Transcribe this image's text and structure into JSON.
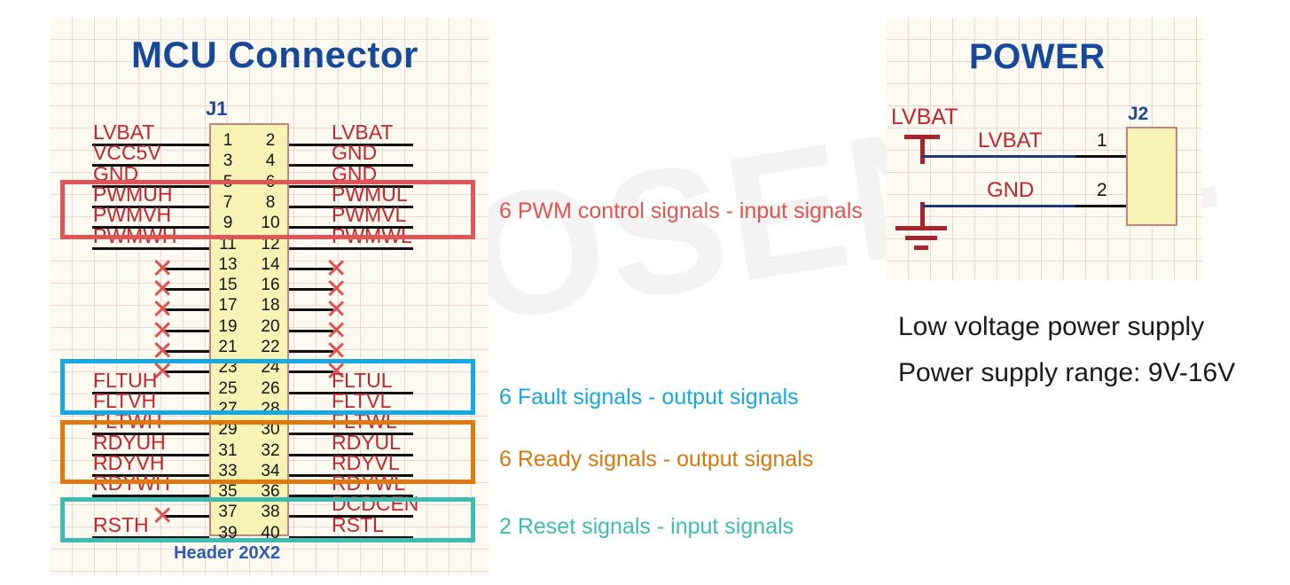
{
  "watermark": "NOVOSENSE",
  "left_sheet": {
    "title": "MCU  Connector",
    "connector": {
      "ref": "J1",
      "footer": "Header 20X2",
      "pin_numbers": [
        [
          "1",
          "2"
        ],
        [
          "3",
          "4"
        ],
        [
          "5",
          "6"
        ],
        [
          "7",
          "8"
        ],
        [
          "9",
          "10"
        ],
        [
          "11",
          "12"
        ],
        [
          "13",
          "14"
        ],
        [
          "15",
          "16"
        ],
        [
          "17",
          "18"
        ],
        [
          "19",
          "20"
        ],
        [
          "21",
          "22"
        ],
        [
          "23",
          "24"
        ],
        [
          "25",
          "26"
        ],
        [
          "27",
          "28"
        ],
        [
          "29",
          "30"
        ],
        [
          "31",
          "32"
        ],
        [
          "33",
          "34"
        ],
        [
          "35",
          "36"
        ],
        [
          "37",
          "38"
        ],
        [
          "39",
          "40"
        ]
      ]
    },
    "left_nets": [
      {
        "pin": "1",
        "label": "LVBAT",
        "nc": false
      },
      {
        "pin": "3",
        "label": "VCC5V",
        "nc": false
      },
      {
        "pin": "5",
        "label": "GND",
        "nc": false
      },
      {
        "pin": "7",
        "label": "PWMUH",
        "nc": false
      },
      {
        "pin": "9",
        "label": "PWMVH",
        "nc": false
      },
      {
        "pin": "11",
        "label": "PWMWH",
        "nc": false
      },
      {
        "pin": "13",
        "label": "",
        "nc": true
      },
      {
        "pin": "15",
        "label": "",
        "nc": true
      },
      {
        "pin": "17",
        "label": "",
        "nc": true
      },
      {
        "pin": "19",
        "label": "",
        "nc": true
      },
      {
        "pin": "21",
        "label": "",
        "nc": true
      },
      {
        "pin": "23",
        "label": "",
        "nc": true
      },
      {
        "pin": "25",
        "label": "FLTUH",
        "nc": false
      },
      {
        "pin": "27",
        "label": "FLTVH",
        "nc": false
      },
      {
        "pin": "29",
        "label": "FLTWH",
        "nc": false
      },
      {
        "pin": "31",
        "label": "RDYUH",
        "nc": false
      },
      {
        "pin": "33",
        "label": "RDYVH",
        "nc": false
      },
      {
        "pin": "35",
        "label": "RDYWH",
        "nc": false
      },
      {
        "pin": "37",
        "label": "",
        "nc": true
      },
      {
        "pin": "39",
        "label": "RSTH",
        "nc": false
      }
    ],
    "right_nets": [
      {
        "pin": "2",
        "label": "LVBAT",
        "nc": false
      },
      {
        "pin": "4",
        "label": "GND",
        "nc": false
      },
      {
        "pin": "6",
        "label": "GND",
        "nc": false
      },
      {
        "pin": "8",
        "label": "PWMUL",
        "nc": false
      },
      {
        "pin": "10",
        "label": "PWMVL",
        "nc": false
      },
      {
        "pin": "12",
        "label": "PWMWL",
        "nc": false
      },
      {
        "pin": "14",
        "label": "",
        "nc": true
      },
      {
        "pin": "16",
        "label": "",
        "nc": true
      },
      {
        "pin": "18",
        "label": "",
        "nc": true
      },
      {
        "pin": "20",
        "label": "",
        "nc": true
      },
      {
        "pin": "22",
        "label": "",
        "nc": true
      },
      {
        "pin": "24",
        "label": "",
        "nc": true
      },
      {
        "pin": "26",
        "label": "FLTUL",
        "nc": false
      },
      {
        "pin": "28",
        "label": "FLTVL",
        "nc": false
      },
      {
        "pin": "30",
        "label": "FLTWL",
        "nc": false
      },
      {
        "pin": "32",
        "label": "RDYUL",
        "nc": false
      },
      {
        "pin": "34",
        "label": "RDYVL",
        "nc": false
      },
      {
        "pin": "36",
        "label": "RDYWL",
        "nc": false
      },
      {
        "pin": "38",
        "label": "DCDCEN",
        "nc": false
      },
      {
        "pin": "40",
        "label": "RSTL",
        "nc": false
      }
    ]
  },
  "annotations": [
    {
      "key": "pwm",
      "text": "6 PWM control signals - input signals",
      "color": "#e0554f"
    },
    {
      "key": "flt",
      "text": "6 Fault signals - output signals",
      "color": "#16a8e0"
    },
    {
      "key": "rdy",
      "text": "6 Ready signals - output signals",
      "color": "#d9770c"
    },
    {
      "key": "rst",
      "text": "2 Reset signals - input signals",
      "color": "#3dbcb2"
    }
  ],
  "highlight_colors": {
    "pwm": "#e05656",
    "fault": "#16a8e0",
    "ready": "#e0780e",
    "reset": "#3dbcb2"
  },
  "right_sheet": {
    "title": "POWER",
    "connector": {
      "ref": "J2"
    },
    "power_symbol_label": "LVBAT",
    "nets": [
      {
        "pin": "1",
        "label": "LVBAT"
      },
      {
        "pin": "2",
        "label": "GND"
      }
    ]
  },
  "captions": {
    "line1": "Low voltage power supply",
    "line2": "Power supply range: 9V-16V"
  }
}
